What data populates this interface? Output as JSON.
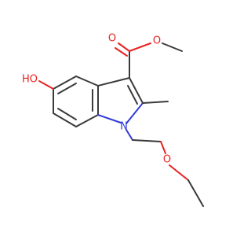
{
  "atoms": {
    "carbonyl_oxygen": "O",
    "ester_oxygen": "O",
    "hydroxyl": "HO",
    "nitrogen": "N",
    "ether_oxygen": "O"
  },
  "colors": {
    "bond": "#3a3a3a",
    "oxygen": "#e8221f",
    "nitrogen": "#2f3ad6",
    "background": "#ffffff"
  }
}
